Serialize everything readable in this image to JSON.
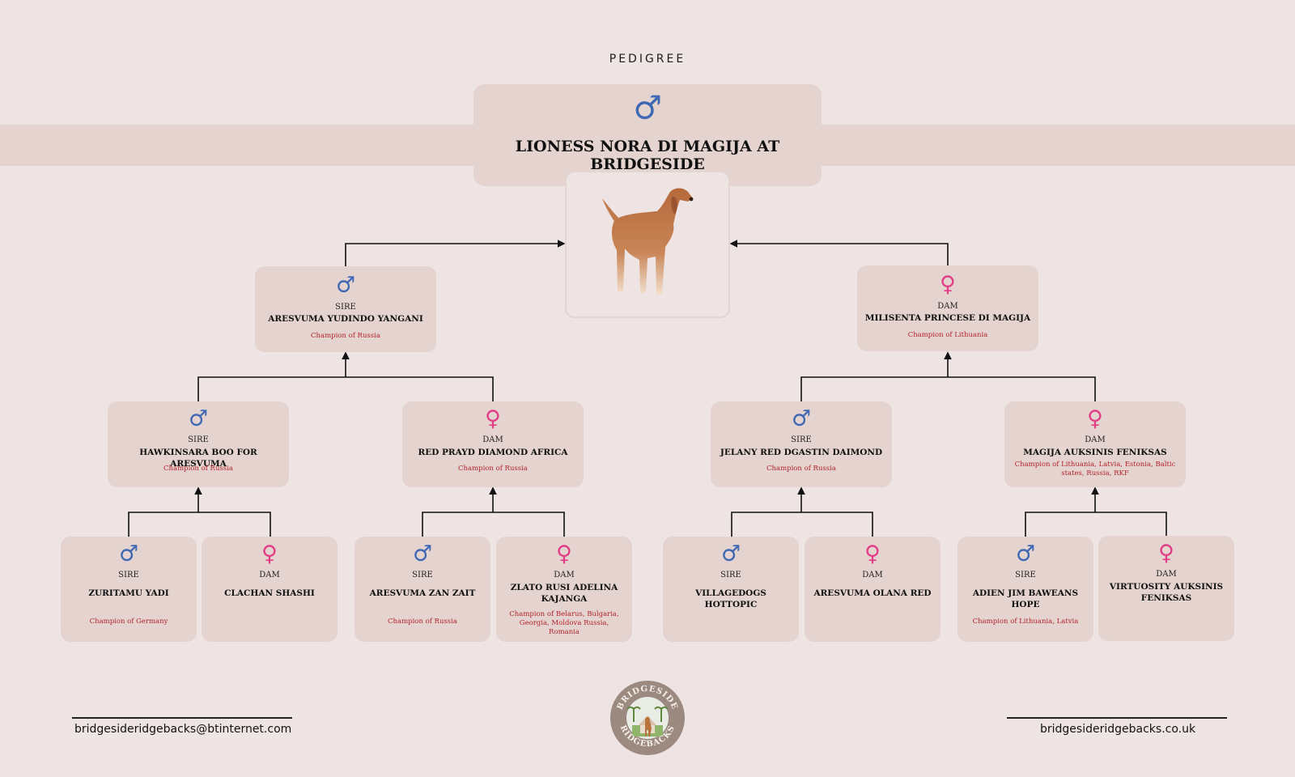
{
  "title": "PEDIGREE",
  "subject": {
    "name": "LIONESS NORA DI MAGIJA AT BRIDGESIDE",
    "sex": "male"
  },
  "symbols": {
    "male": "♂",
    "female": "♀"
  },
  "colors": {
    "male": "#3f68b4",
    "female": "#e33c86",
    "title_red": "#b3242e",
    "card_bg": "#e4d3ce",
    "page_bg": "#ede4e3"
  },
  "sire": {
    "role": "SIRE",
    "name": "ARESVUMA YUDINDO YANGANI",
    "title": "Champion of Russia"
  },
  "dam": {
    "role": "DAM",
    "name": "MILISENTA PRINCESE DI MAGIJA",
    "title": "Champion of Lithuania"
  },
  "grandparents": [
    {
      "role": "SIRE",
      "name": "HAWKINSARA BOO FOR ARESVUMA",
      "title": "Champion of Russia"
    },
    {
      "role": "DAM",
      "name": "RED PRAYD DIAMOND AFRICA",
      "title": "Champion of Russia"
    },
    {
      "role": "SIRE",
      "name": "JELANY RED DGASTIN DAIMOND",
      "title": "Champion of Russia"
    },
    {
      "role": "DAM",
      "name": "MAGIJA AUKSINIS FENIKSAS",
      "title": "Champion of Lithuania, Latvia, Estonia, Baltic states, Russia, RKF"
    }
  ],
  "great_grandparents": [
    {
      "role": "SIRE",
      "name": "ZURITAMU YADI",
      "title": "Champion of Germany"
    },
    {
      "role": "DAM",
      "name": "CLACHAN SHASHI",
      "title": ""
    },
    {
      "role": "SIRE",
      "name": "ARESVUMA ZAN ZAIT",
      "title": "Champion of Russia"
    },
    {
      "role": "DAM",
      "name": "ZLATO RUSI ADELINA KAJANGA",
      "title": "Champion of Belarus, Bulgaria, Georgia, Moldova Russia, Romania"
    },
    {
      "role": "SIRE",
      "name": "VILLAGEDOGS HOTTOPIC",
      "title": ""
    },
    {
      "role": "DAM",
      "name": "ARESVUMA OLANA RED",
      "title": ""
    },
    {
      "role": "SIRE",
      "name": "ADIEN JIM BAWEANS HOPE",
      "title": "Champion of Lithuania, Latvia"
    },
    {
      "role": "DAM",
      "name": "VIRTUOSITY AUKSINIS FENIKSAS",
      "title": ""
    }
  ],
  "footer": {
    "email": "bridgesideridgebacks@btinternet.com",
    "website": "bridgesideridgebacks.co.uk",
    "logo_text_top": "BRIDGESIDE",
    "logo_text_bottom": "RIDGEBACKS"
  },
  "icons": {
    "photo": "dog-illustration",
    "logo": "kennel-logo-badge"
  }
}
